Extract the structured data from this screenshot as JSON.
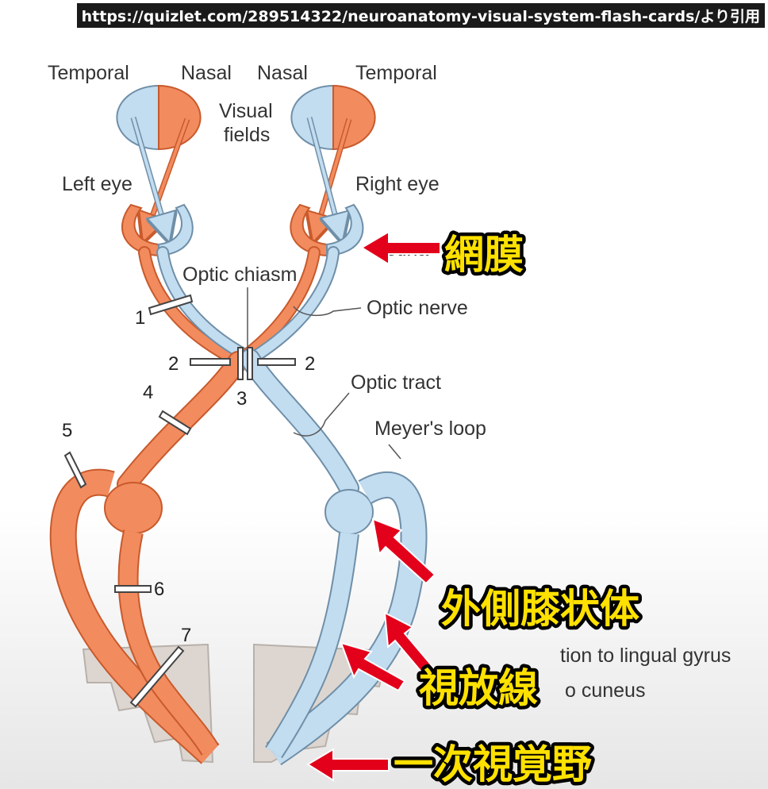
{
  "source_banner": "https://quizlet.com/289514322/neuroanatomy-visual-system-flash-cards/より引用",
  "labels": {
    "temporal_left": "Temporal",
    "nasal_left": "Nasal",
    "nasal_right": "Nasal",
    "temporal_right": "Temporal",
    "visual_fields_1": "Visual",
    "visual_fields_2": "fields",
    "left_eye": "Left eye",
    "right_eye": "Right eye",
    "retina_partial": "Retina",
    "optic_chiasm": "Optic chiasm",
    "optic_nerve": "Optic nerve",
    "optic_tract": "Optic tract",
    "meyers_loop": "Meyer's loop",
    "lingual_partial": "tion to lingual gyrus",
    "cuneus_partial": "o cuneus"
  },
  "lesion_numbers": {
    "n1": "1",
    "n2_left": "2",
    "n2_right": "2",
    "n3": "3",
    "n4": "4",
    "n5": "5",
    "n6": "6",
    "n7": "7"
  },
  "annotations": {
    "retina_jp": "網膜",
    "lgn_jp": "外側膝状体",
    "radiation_jp": "視放線",
    "v1_jp": "一次視覚野"
  },
  "colors": {
    "orange": "#f28b5e",
    "orange_stroke": "#c85a2c",
    "blue": "#c2dcf0",
    "blue_stroke": "#6f8fa8",
    "arrow_red": "#e3001b",
    "callout_yellow": "#ffe100",
    "cortex_gray": "#d9d2cc"
  }
}
